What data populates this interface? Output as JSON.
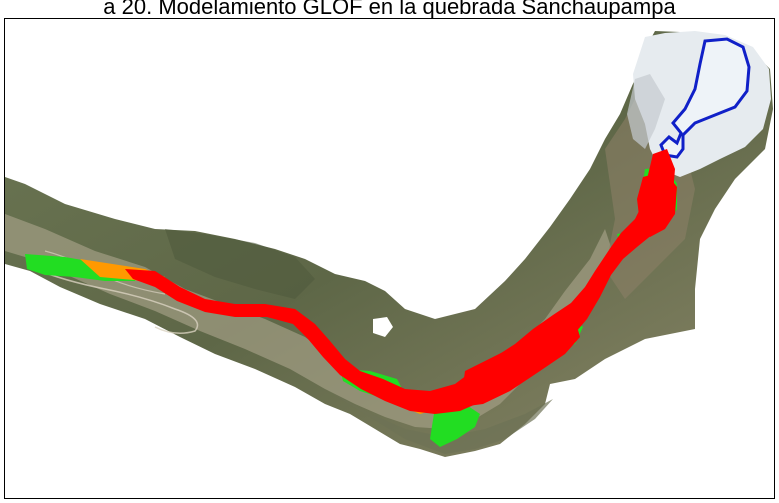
{
  "figure": {
    "caption": "a 20. Modelamiento GLOF en la quebrada Sanchaupampa"
  },
  "map": {
    "colors": {
      "background": "#ffffff",
      "terrain_dark": "#5f6a4a",
      "terrain_mid": "#7d8560",
      "terrain_light": "#a8a48a",
      "glacier": "#e9eef2",
      "lake_outline": "#1020c8",
      "flood_high": "#ff0000",
      "flood_mid": "#ff9900",
      "flood_low": "#22dd22",
      "frame": "#000000"
    },
    "layers": [
      "orthophoto",
      "glacier",
      "lake-outline",
      "flood-extent"
    ]
  }
}
